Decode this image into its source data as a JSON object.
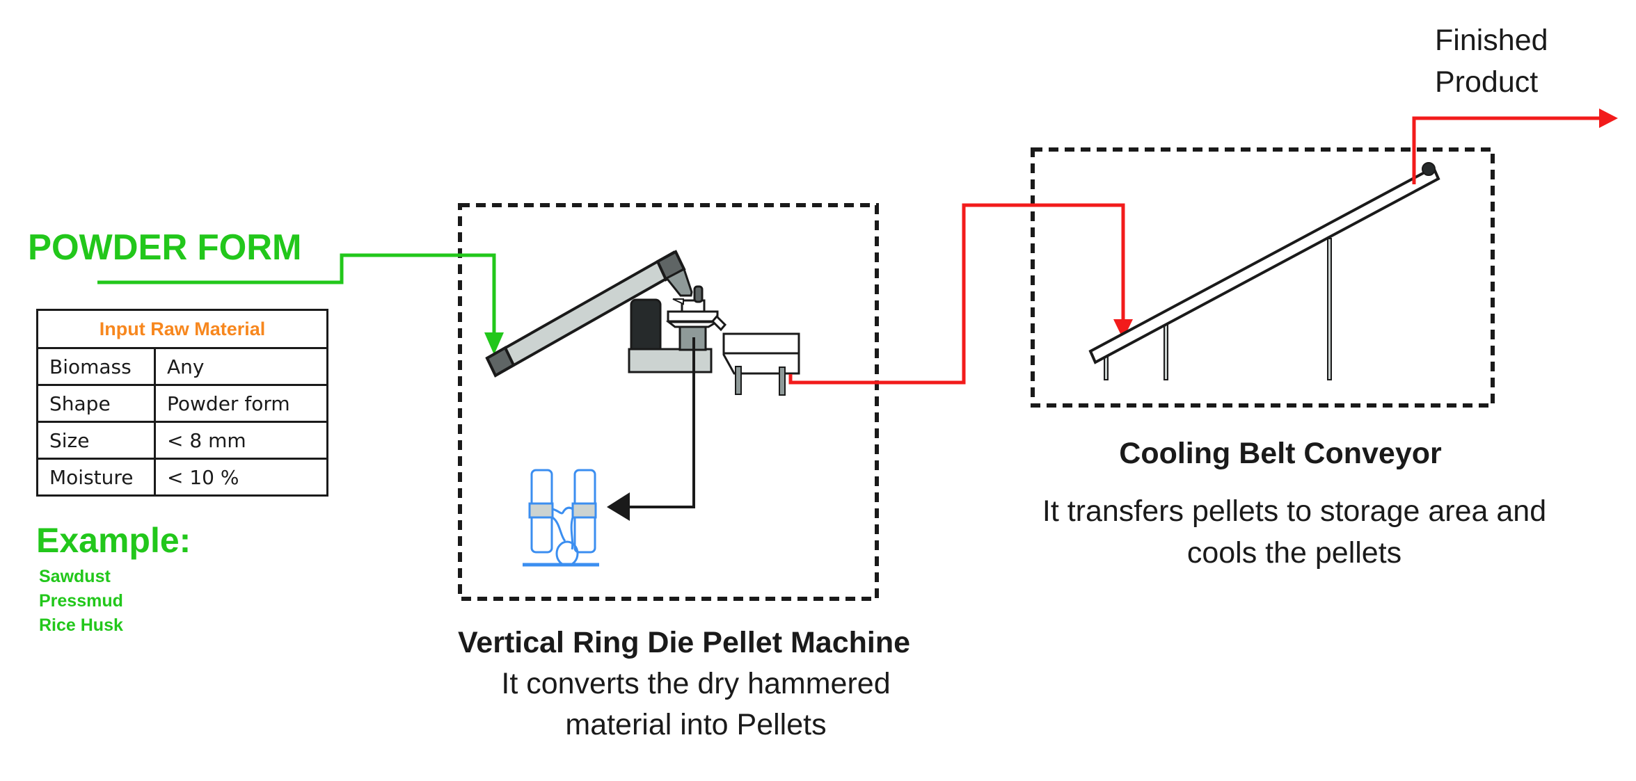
{
  "input": {
    "label": "POWDER FORM",
    "table": {
      "header": "Input Raw Material",
      "rows": [
        {
          "key": "Biomass",
          "value": "Any"
        },
        {
          "key": "Shape",
          "value": "Powder form"
        },
        {
          "key": "Size",
          "value": "< 8 mm"
        },
        {
          "key": "Moisture",
          "value": "< 10 %"
        }
      ]
    },
    "example": {
      "title": "Example:",
      "items": [
        "Sawdust",
        "Pressmud",
        "Rice Husk"
      ]
    }
  },
  "stages": [
    {
      "title": "Vertical Ring Die Pellet Machine",
      "description_lines": [
        "It converts the dry hammered",
        "material into Pellets"
      ]
    },
    {
      "title": "Cooling Belt Conveyor",
      "description_lines": [
        "It transfers pellets to storage area and",
        "cools the pellets"
      ]
    }
  ],
  "output": {
    "label_lines": [
      "Finished",
      "Product"
    ]
  },
  "colors": {
    "input_flow": "#22c71b",
    "pellet_flow": "#f21b1b",
    "table_header": "#f7871e",
    "dust_collector": "#3b8ef0",
    "machine_dark": "#262a2b",
    "machine_mid": "#8f9a99",
    "machine_light": "#ccd3d1",
    "machine_gray": "#5f6565"
  }
}
